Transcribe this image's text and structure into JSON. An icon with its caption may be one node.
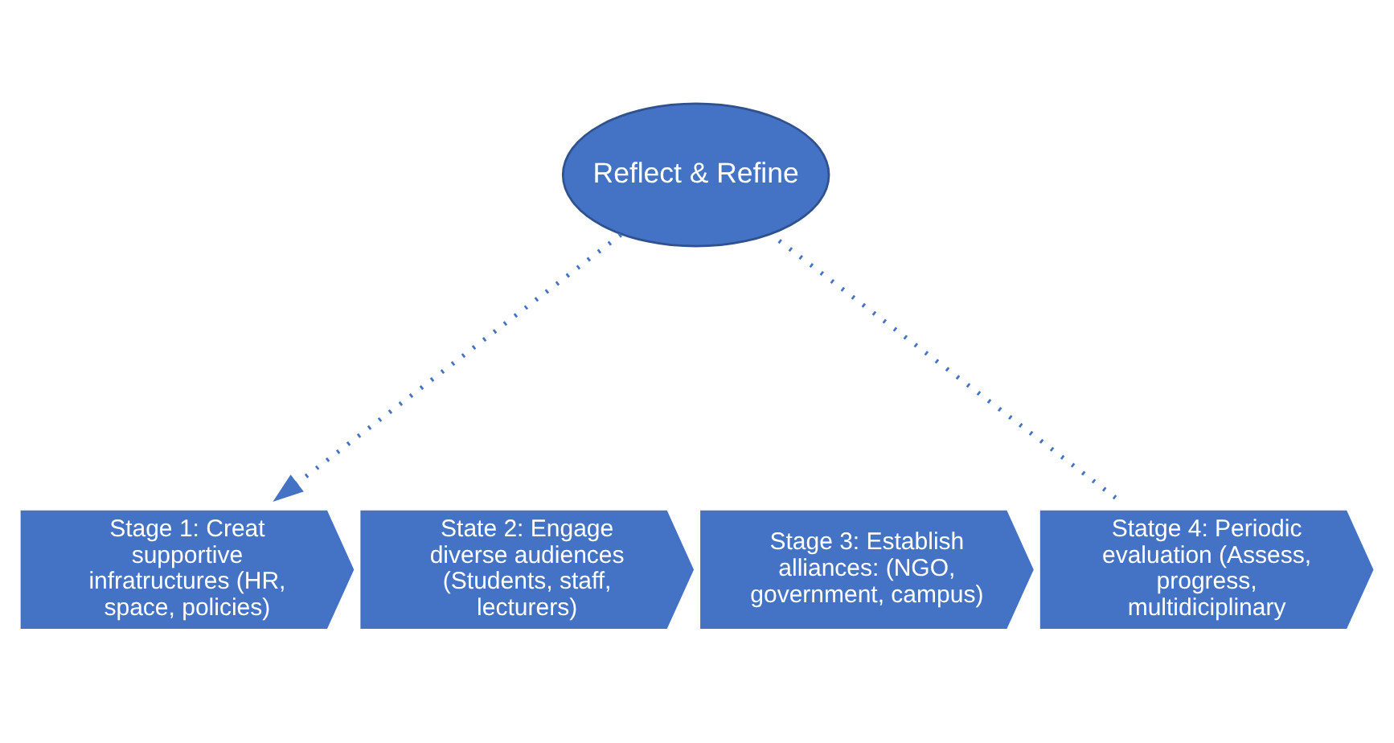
{
  "diagram": {
    "nodes": [
      {
        "text": [
          "Reflect & Refine"
        ]
      },
      {
        "text": [
          "Stage 1: Creat supportive infratructures (HR, space, policies)"
        ]
      },
      {
        "text": [
          "State 2: Engage diverse audiences (Students, staff, lecturers)"
        ]
      },
      {
        "text": [
          "Stage 3: Establish alliances: (NGO, government, campus)"
        ]
      },
      {
        "text": [
          "Statge 4: Periodic evaluation (Assess, progress, multidiciplinary"
        ]
      }
    ],
    "edges": [
      {
        "from": 4,
        "to": 0,
        "arrow": "none",
        "style": "dashed"
      },
      {
        "from": 0,
        "to": 1,
        "arrow": "to",
        "style": "dashed"
      }
    ]
  }
}
